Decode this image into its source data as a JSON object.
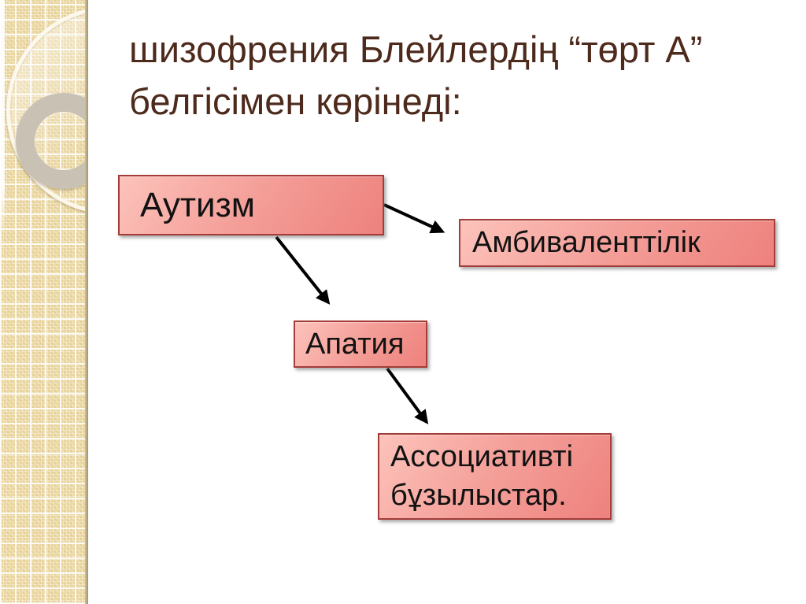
{
  "slide": {
    "background_color": "#ffffff",
    "title": {
      "line1": "шизофрения Блейлердің “төрт А”",
      "line2": "белгісімен көрінеді:",
      "color": "#4d2a1c"
    },
    "sidebar": {
      "base_color": "#ecd8a1",
      "grid_line_color": "#ffffff",
      "ring_color": "#c9c1b3",
      "description": "beige checkered band with decorative circle outlines and gray ring"
    },
    "diagram": {
      "node_fill_light": "#fcc3bb",
      "node_fill_dark": "#ee817d",
      "node_border_color": "#a43c39",
      "node_text_color": "#121212",
      "arrow_color": "#000000",
      "nodes": [
        {
          "label": "Аутизм"
        },
        {
          "label": "Амбиваленттілік"
        },
        {
          "label": "Апатия"
        },
        {
          "label": "Ассоциативті бұзылыстар."
        }
      ],
      "edges": [
        {
          "from": "Аутизм",
          "to": "Амбиваленттілік"
        },
        {
          "from": "Аутизм",
          "to": "Апатия"
        },
        {
          "from": "Апатия",
          "to": "Ассоциативті бұзылыстар."
        }
      ]
    }
  }
}
